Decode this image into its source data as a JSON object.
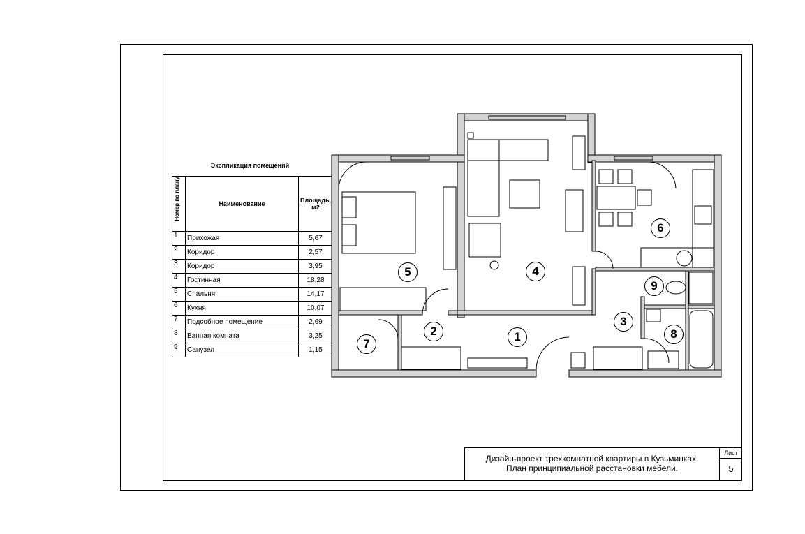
{
  "explication": {
    "title": "Экспликация помещений",
    "headers": {
      "number": "Номер по плану",
      "name": "Наименование",
      "area": "Площадь, м2"
    },
    "rows": [
      {
        "num": "1",
        "name": "Прихожая",
        "area": "5,67"
      },
      {
        "num": "2",
        "name": "Коридор",
        "area": "2,57"
      },
      {
        "num": "3",
        "name": "Коридор",
        "area": "3,95"
      },
      {
        "num": "4",
        "name": "Гостинная",
        "area": "18,28"
      },
      {
        "num": "5",
        "name": "Спальня",
        "area": "14,17"
      },
      {
        "num": "6",
        "name": "Кухня",
        "area": "10,07"
      },
      {
        "num": "7",
        "name": "Подсобное помещение",
        "area": "2,69"
      },
      {
        "num": "8",
        "name": "Ванная комната",
        "area": "3,25"
      },
      {
        "num": "9",
        "name": "Санузел",
        "area": "1,15"
      }
    ]
  },
  "plan_labels": [
    "1",
    "2",
    "3",
    "4",
    "5",
    "6",
    "7",
    "8",
    "9"
  ],
  "title_block": {
    "line1": "Дизайн-проект трехкомнатной квартиры в Кузьминках.",
    "line2": "План принципиальной расстановки мебели.",
    "sheet_label": "Лист",
    "sheet_number": "5"
  }
}
